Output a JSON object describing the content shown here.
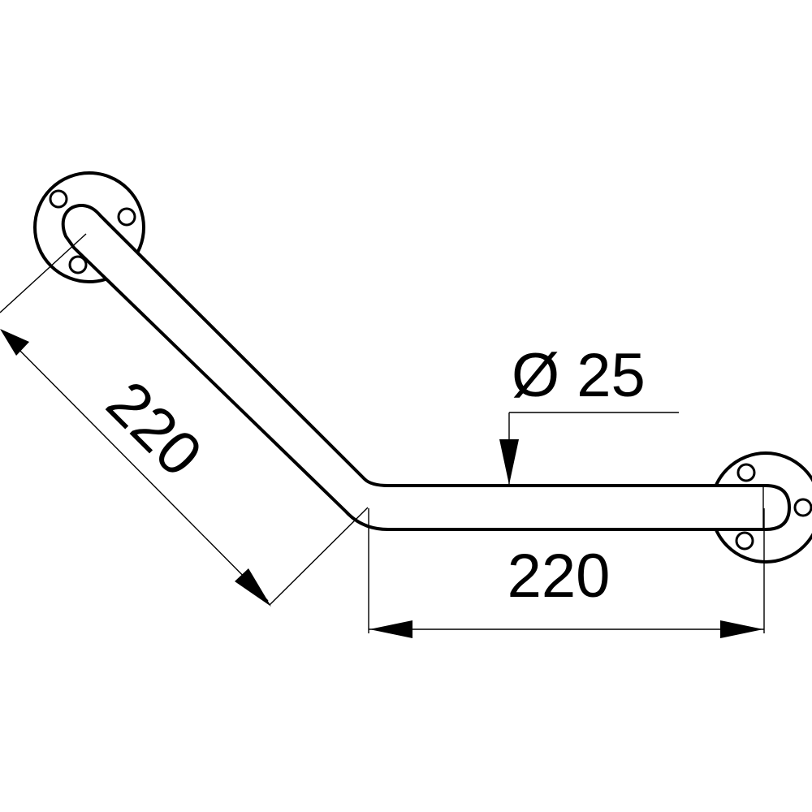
{
  "dimensions": {
    "angled_length": "220",
    "horizontal_length": "220",
    "tube_diameter": "Ø 25"
  }
}
